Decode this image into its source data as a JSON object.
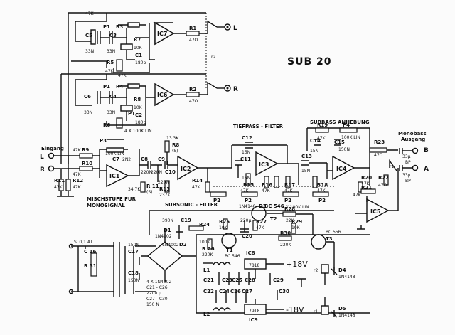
{
  "title": "SUB 20",
  "sections": {
    "lowpass": "TIEFPASS - FILTER",
    "subsonic": "SUBSONIC - FILTER",
    "subbass": "SUBBASS ANHEBUNG",
    "mix_line1": "MISCHSTUFE FÜR",
    "mix_line2": "MONOSIGNAL",
    "mono_line1": "Monobass",
    "mono_line2": "Ausgang"
  },
  "io": {
    "input": "Eingang",
    "in_l": "L",
    "in_r": "R",
    "out_l": "L",
    "out_r": "R",
    "out_b": "B",
    "out_a": "A"
  },
  "ics": [
    "IC7",
    "IC6",
    "IC1",
    "IC2",
    "IC3",
    "IC4",
    "IC5",
    "IC8",
    "IC9"
  ],
  "top_channel": {
    "c5": "C5",
    "c5v": "33N",
    "c3": "C3",
    "c3v": "33N",
    "p1": "P1",
    "r3": "R3",
    "r3v": "47K",
    "r7": "R7",
    "r7v": "10K",
    "r5": "R5",
    "r5v": "47K",
    "c1": "C1",
    "c1v": "180p",
    "r1": "R1",
    "r1v": "47Ω",
    "relay": "r2"
  },
  "mid_channel": {
    "c6": "C6",
    "c6v": "33N",
    "c4": "C4",
    "c4v": "33N",
    "p1": "P1",
    "r4": "R4",
    "r4v": "47K",
    "r8": "R8",
    "r8v": "10K",
    "r6": "R6",
    "c2": "C2",
    "c2v": "180p",
    "r2": "R2",
    "r2v": "47Ω",
    "pot": "4 X 100K LIN"
  },
  "mixer": {
    "r9": "R9",
    "r9v": "47K",
    "r10": "R10",
    "r10v": "47K",
    "r11": "R11",
    "r11v": "47K",
    "r12": "R12",
    "r12v": "47K",
    "p3": "P3",
    "p3v": "100K LIN",
    "c7": "C7",
    "c7v": "2N2",
    "r13": "R13",
    "r13v": "237K",
    "c8": "C8",
    "c8v": "220N",
    "c9": "C9",
    "c9v": "220N",
    "c10": "C10",
    "c10v": "220N",
    "r8s": "R8",
    "r8sv": "(S)",
    "r11s": "R 11",
    "r11sv": "(S)",
    "v133": "13.3K",
    "v347": "34.7K",
    "r14": "R14",
    "r14v": "47K"
  },
  "lowpass": {
    "c12": "C12",
    "c12v": "15N",
    "c11": "C11",
    "c11v": "15N",
    "r15": "R15",
    "r15v": "47K",
    "r16": "R16",
    "r16v": "47K",
    "r17": "R17",
    "r17v": "47K",
    "r18": "R18",
    "r18v": "47K",
    "p2": "P2",
    "p2pot": "4 X 100K LIN",
    "c13": "C13",
    "c13v": "15N"
  },
  "subbass": {
    "r19": "R19",
    "r19v": "47K",
    "p4": "P4",
    "p4v": "100K LIN",
    "c14": "C14",
    "c14v": "15N",
    "c15": "C15",
    "c15v": "150N",
    "r23": "R23",
    "r23v": "47Ω",
    "r20": "R20",
    "r20v": "47K",
    "r22": "R22",
    "r22v": "47Ω",
    "r21": "R21",
    "r21v": "47K",
    "c33": "33μ",
    "bp": "BP",
    "relay": "r1"
  },
  "power": {
    "fuse": "Si 0,1 AT",
    "c16": "C 16",
    "r31": "R 31",
    "c17": "C17",
    "c18": "C18",
    "c17v": "150N",
    "c18v": "150N",
    "c19": "C19",
    "c19v": "390N",
    "d1": "D1",
    "d2": "D2",
    "d1v": "1N4002",
    "d2v": "1N4002",
    "bridge": "4 X 1N4002",
    "r24": "R24",
    "r24v": "100K",
    "r25": "R25",
    "r25v": "10K",
    "r26": "R 26",
    "r26v": "220K",
    "r27": "R27",
    "r27v": "47K",
    "r28": "R28",
    "r28v": "22K",
    "r29": "R29",
    "r29v": "10K",
    "r30": "R30",
    "r30v": "220K",
    "c20": "C20",
    "c20v": "220μ",
    "d3": "D3",
    "d3v": "1N4148",
    "t1": "T1",
    "t1v": "BC 546",
    "t2": "T2",
    "t2v": "BC 546",
    "t3": "T3",
    "t3v": "BC 556",
    "l1": "L1",
    "l2": "L2",
    "c21c26": "C21 - C26",
    "c21v": "2200 μ",
    "c27c30": "C27 - C30",
    "c27v": "150 N",
    "reg_pos": "7818",
    "reg_neg": "7918",
    "v_pos": "+18V",
    "v_neg": "-18V",
    "d4": "D4",
    "d4v": "1N4148",
    "d5": "D5",
    "d5v": "1N4148",
    "rel_r2": "r2",
    "rel_r1": "r1",
    "caps": [
      "C21",
      "C23",
      "C25",
      "C28",
      "C29",
      "C22",
      "C24",
      "C26",
      "C27",
      "C30"
    ]
  }
}
